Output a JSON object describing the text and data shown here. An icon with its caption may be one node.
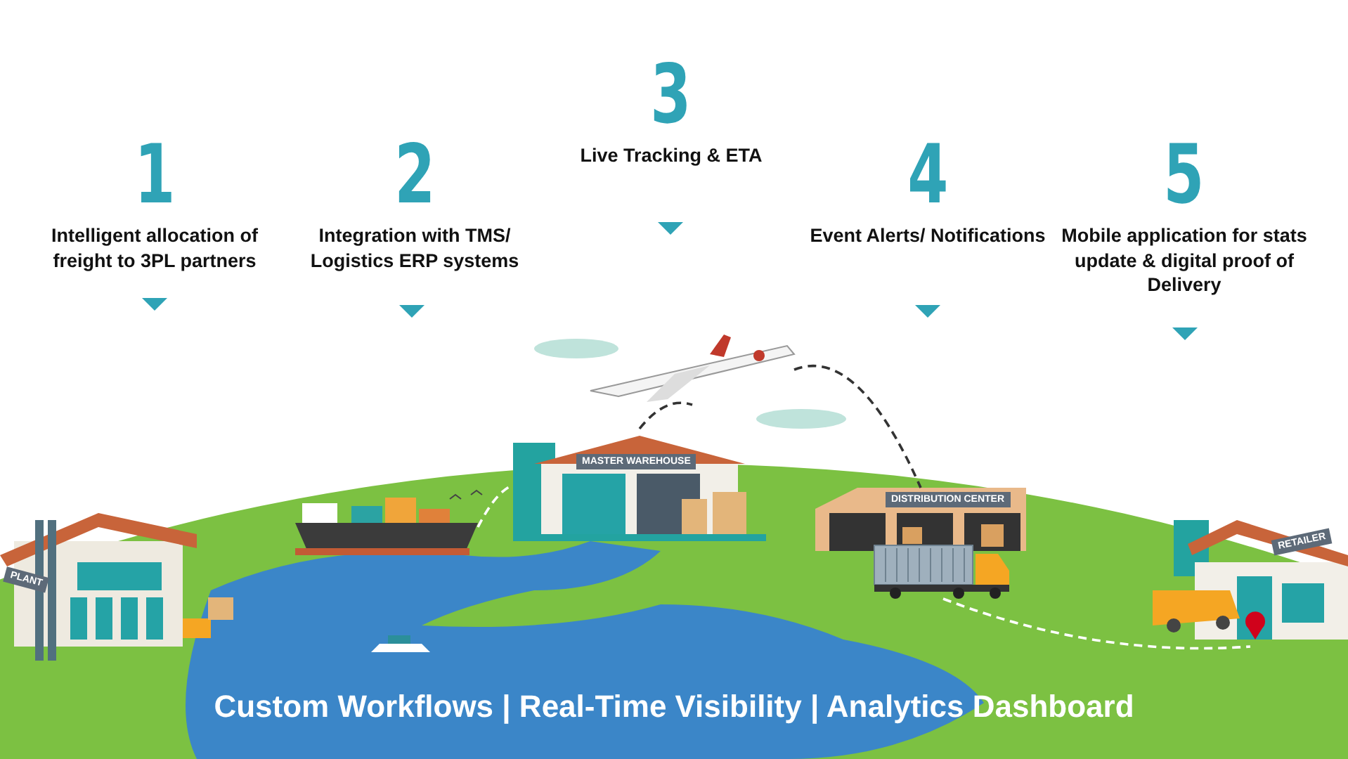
{
  "diagram": {
    "nodes": [
      {
        "text": [
          "1",
          "Intelligent allocation of freight to 3PL partners"
        ]
      },
      {
        "text": [
          "2",
          "Integration with TMS/ Logistics ERP systems"
        ]
      },
      {
        "text": [
          "3",
          "Live Tracking & ETA"
        ]
      },
      {
        "text": [
          "4",
          "Event Alerts/ Notifications"
        ]
      },
      {
        "text": [
          "5",
          "Mobile application for stats update & digital proof of Delivery"
        ]
      },
      {
        "text": [
          "PLANT"
        ]
      },
      {
        "text": [],
        "shape": "picture"
      },
      {
        "text": [
          "MASTER WAREHOUSE"
        ]
      },
      {
        "text": [],
        "shape": "picture"
      },
      {
        "text": [
          "DISTRIBUTION CENTER"
        ]
      },
      {
        "text": [],
        "shape": "picture"
      },
      {
        "text": [
          "RETAILER"
        ]
      }
    ],
    "edges": [
      {
        "from": 6,
        "to": 7,
        "arrow": "none",
        "style": "dashed",
        "color": "#ffffff"
      },
      {
        "from": 7,
        "to": 8,
        "arrow": "none",
        "style": "dashed",
        "color": "#333333"
      },
      {
        "from": 8,
        "to": 9,
        "arrow": "none",
        "style": "dashed",
        "color": "#333333"
      },
      {
        "from": 10,
        "to": 11,
        "arrow": "none",
        "style": "dashed",
        "color": "#ffffff"
      }
    ],
    "labels": [
      "Custom Workflows | Real-Time Visibility | Analytics Dashboard"
    ]
  }
}
